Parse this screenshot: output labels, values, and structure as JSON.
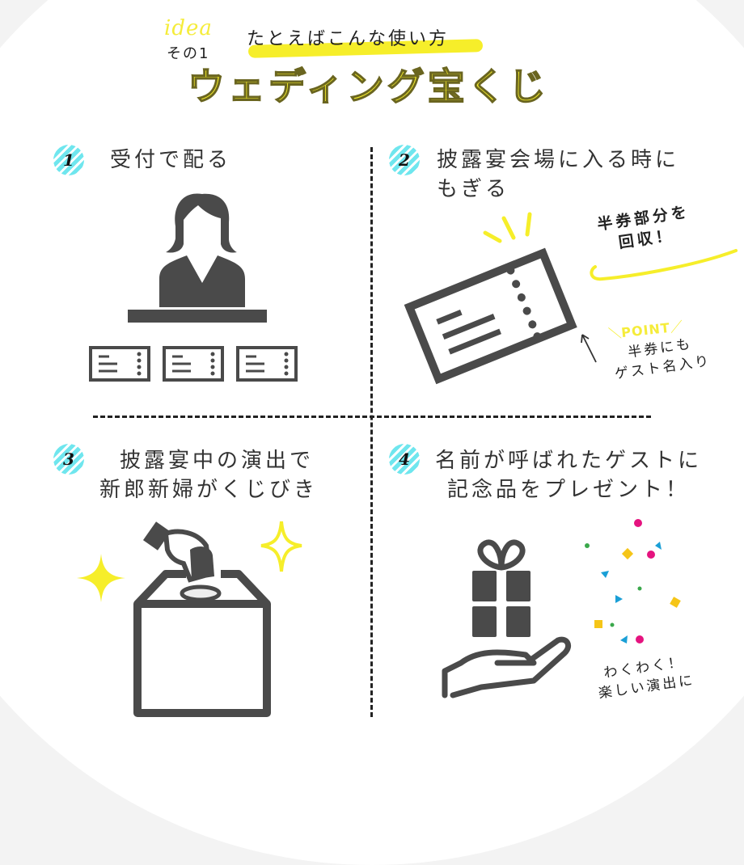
{
  "header": {
    "idea_label": "idea",
    "idea_number": "その1",
    "subtitle": "たとえばこんな使い方",
    "title": "ウェディング宝くじ"
  },
  "steps": [
    {
      "number": "1",
      "text_lines": [
        "受付で配る"
      ],
      "icon": "receptionist-with-tickets-icon"
    },
    {
      "number": "2",
      "text_lines": [
        "披露宴会場に入る時に",
        "もぎる"
      ],
      "icon": "ticket-stub-icon",
      "callout": [
        "半券部分を",
        "回収！"
      ],
      "point_label": "POINT",
      "point_text": [
        "半券にも",
        "ゲスト名入り"
      ]
    },
    {
      "number": "3",
      "text_lines": [
        "披露宴中の演出で",
        "新郎新婦がくじびき"
      ],
      "icon": "lottery-box-icon"
    },
    {
      "number": "4",
      "text_lines": [
        "名前が呼ばれたゲストに",
        "記念品をプレゼント！"
      ],
      "icon": "gift-in-hand-icon",
      "note": [
        "わくわく！",
        "楽しい演出に"
      ]
    }
  ],
  "colors": {
    "accent_yellow": "#f6ee2a",
    "badge_cyan": "#6fe6ee",
    "icon_gray": "#4a4a4a",
    "background_gray": "#f3f3f3",
    "confetti_pink": "#e5137f",
    "confetti_blue": "#1a9fd6",
    "confetti_green": "#3aa84b",
    "confetti_gold": "#f5c518"
  }
}
